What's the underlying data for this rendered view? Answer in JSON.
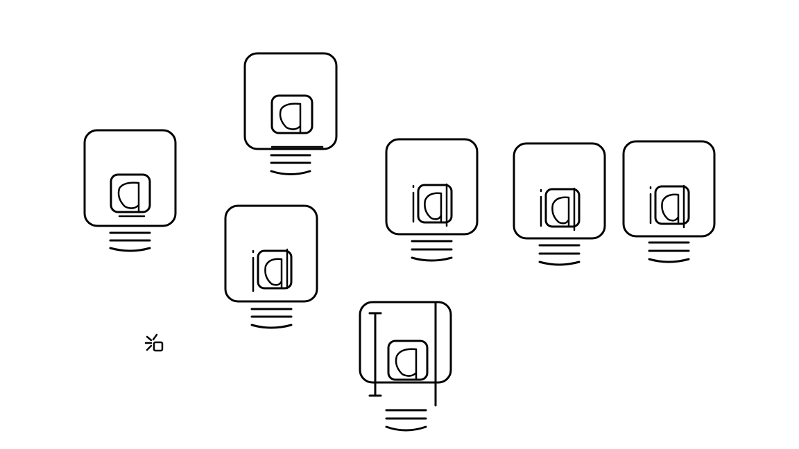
{
  "colors": {
    "ink": "#000000",
    "background": "#ffffff"
  },
  "icons": [
    {
      "name": "at-sign-box-icon",
      "variant": "plain"
    },
    {
      "name": "at-sign-box-icon",
      "variant": "plain"
    },
    {
      "name": "at-sign-box-icon",
      "variant": "dotted-i"
    },
    {
      "name": "at-sign-box-icon",
      "variant": "dotted-i"
    },
    {
      "name": "at-sign-box-icon",
      "variant": "dotted-i"
    },
    {
      "name": "at-sign-box-icon",
      "variant": "dotted-i"
    },
    {
      "name": "at-sign-box-icon",
      "variant": "text-cursor"
    },
    {
      "name": "sparkle-icon",
      "variant": "small"
    }
  ]
}
